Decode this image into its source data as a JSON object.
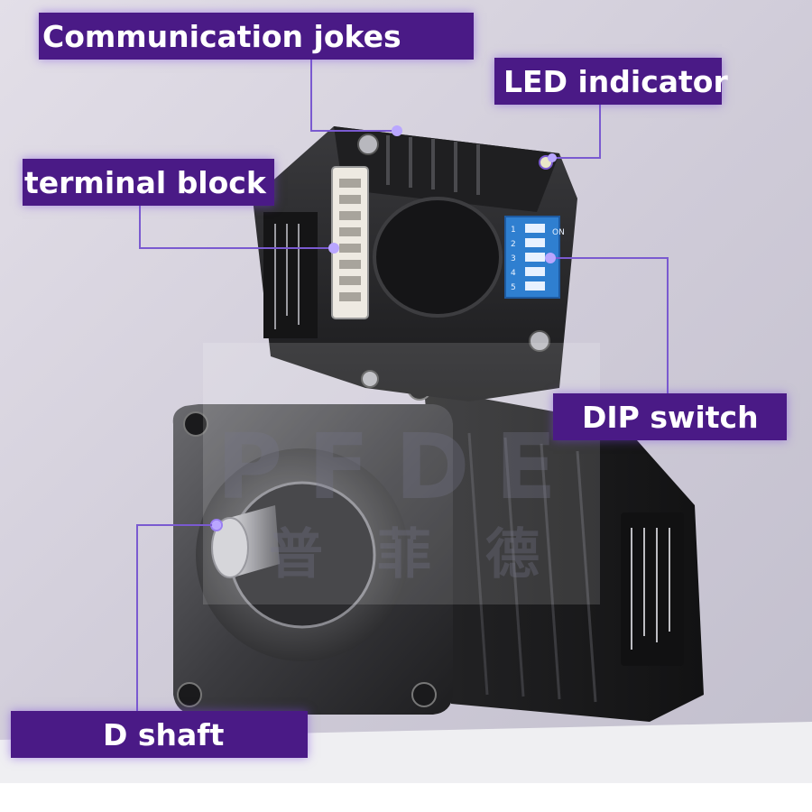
{
  "callouts": {
    "communication": "Communication jokes",
    "led": "LED indicator",
    "terminal": "terminal block",
    "dip": "DIP switch",
    "shaft": "D shaft"
  },
  "watermark": {
    "latin": "PFDE",
    "chinese": [
      "普",
      "菲",
      "德"
    ]
  },
  "dip_switch": {
    "on_label": "ON",
    "numbers": [
      "1",
      "2",
      "3",
      "4",
      "5"
    ]
  },
  "colors": {
    "callout_bg": "#4a1a86",
    "leader_line": "#7a5ad0",
    "motor_body": "#2a2a2c",
    "dip_blue": "#2f7fd0"
  }
}
